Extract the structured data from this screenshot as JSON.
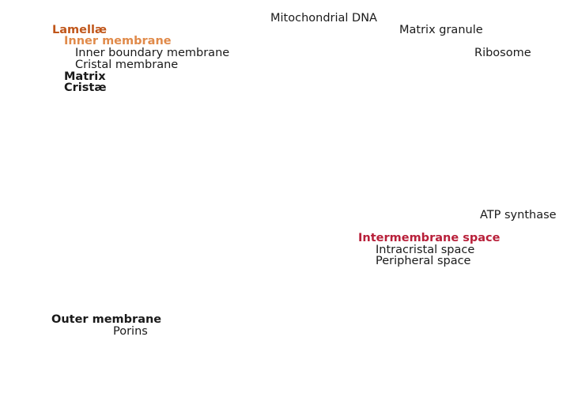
{
  "colors": {
    "lamellae": "#c0561a",
    "inner_membrane": "#e08a4a",
    "intermembrane_space": "#b8203a",
    "default_text": "#1a1a1a"
  },
  "labels": {
    "lamellae": "Lamellæ",
    "inner_membrane": "Inner membrane",
    "inner_boundary_membrane": "Inner boundary membrane",
    "cristal_membrane": "Cristal membrane",
    "matrix": "Matrix",
    "cristae": "Cristæ",
    "mitochondrial_dna": "Mitochondrial DNA",
    "matrix_granule": "Matrix granule",
    "ribosome": "Ribosome",
    "atp_synthase": "ATP synthase",
    "intermembrane_space": "Intermembrane space",
    "intracristal_space": "Intracristal space",
    "peripheral_space": "Peripheral space",
    "outer_membrane": "Outer membrane",
    "porins": "Porins"
  }
}
